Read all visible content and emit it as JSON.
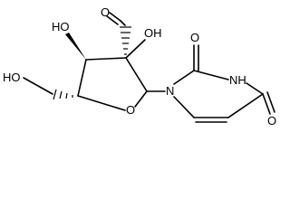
{
  "molecule": {
    "atoms": {
      "formyl_o": "O",
      "oh_c3": "HO",
      "oh_c2": "OH",
      "oh_c5": "HO",
      "ring_o": "O",
      "n1": "N",
      "o2": "O",
      "nh3": "NH",
      "o4": "O"
    }
  }
}
